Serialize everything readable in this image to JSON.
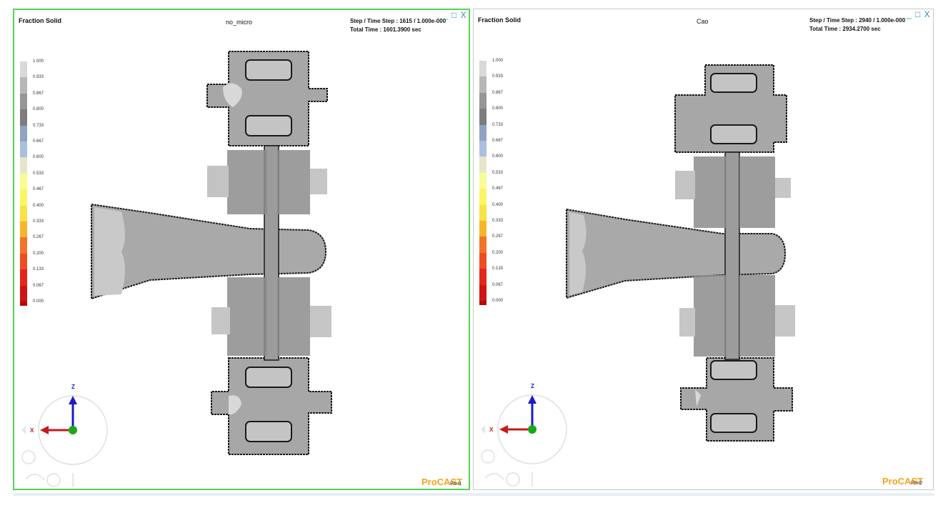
{
  "left_view": {
    "variable": "Fraction Solid",
    "case_name": "no_micro",
    "step_line": "Step / Time Step : 1615 / 1.000e-000",
    "time_line": "Total   Time        : 1601.3900 sec",
    "window_controls": "_ □ X",
    "logo": "ProCAST",
    "print_tag": "Prin1"
  },
  "right_view": {
    "variable": "Fraction Solid",
    "case_name": "Cao",
    "step_line": "Step / Time Step : 2940 / 1.000e-000",
    "time_line": "Total   Time        : 2934.2700 sec",
    "window_controls": "_ □ X",
    "logo": "ProCAST",
    "print_tag": "Prin2"
  },
  "legend": {
    "labels": [
      "1.000",
      "0.933",
      "0.867",
      "0.800",
      "0.733",
      "0.667",
      "0.600",
      "0.533",
      "0.467",
      "0.400",
      "0.333",
      "0.267",
      "0.200",
      "0.133",
      "0.067",
      "0.000"
    ],
    "colors": [
      "#d9d9d9",
      "#b7b7b7",
      "#969696",
      "#7d7d7d",
      "#8fa3c2",
      "#a9bfdd",
      "#e7e5c9",
      "#fbfb95",
      "#fbf566",
      "#f8e244",
      "#f7b52b",
      "#f2742a",
      "#ef4c22",
      "#e5261c",
      "#cf1414",
      "#b50b0b"
    ]
  },
  "triad": {
    "z_label": "Z",
    "x_label": "X",
    "colors": {
      "z": "#1a1ac8",
      "x": "#c81a1a",
      "origin": "#1aa81a"
    }
  }
}
